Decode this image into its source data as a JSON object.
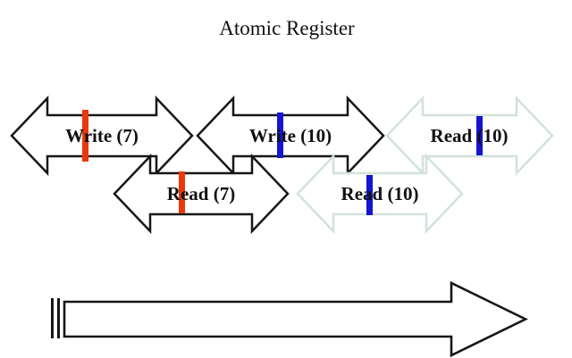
{
  "title": "Atomic Register",
  "colors": {
    "arrow_outline": "#161616",
    "faded_arrow_outline": "#d2e2da",
    "red_tick": "#e8380c",
    "blue_tick": "#1414d2",
    "text": "#111111",
    "background": "#ffffff"
  },
  "operations": [
    {
      "label": "Write (7)",
      "operation": "write",
      "value": "7",
      "tick_color": "red",
      "arrow_style": "black",
      "row": "1"
    },
    {
      "label": "Write (10)",
      "operation": "write",
      "value": "10",
      "tick_color": "blue",
      "arrow_style": "black",
      "row": "1"
    },
    {
      "label": "Read (10)",
      "operation": "read",
      "value": "10",
      "tick_color": "blue",
      "arrow_style": "faded",
      "row": "1"
    },
    {
      "label": "Read (7)",
      "operation": "read",
      "value": "7",
      "tick_color": "red",
      "arrow_style": "black",
      "row": "2"
    },
    {
      "label": "Read (10)",
      "operation": "read",
      "value": "10",
      "tick_color": "blue",
      "arrow_style": "faded",
      "row": "2"
    }
  ],
  "timeline": {
    "kind": "time-axis-arrow",
    "direction": "right"
  }
}
